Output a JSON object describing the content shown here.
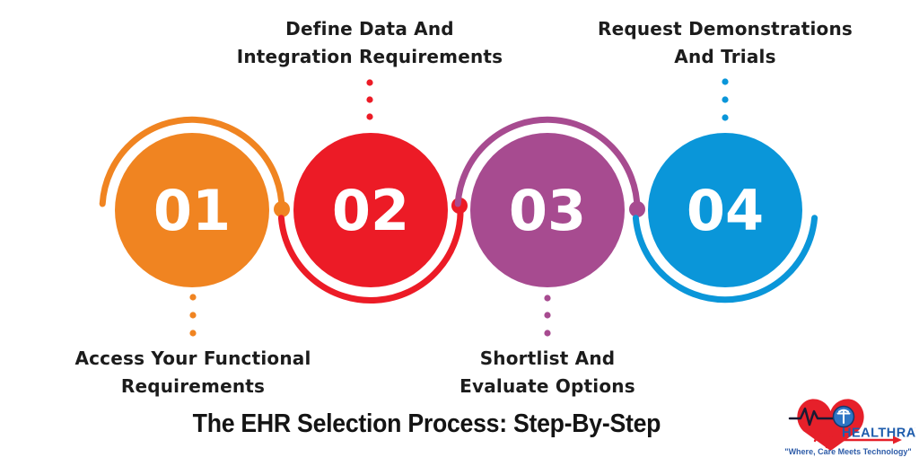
{
  "title": "The EHR Selection Process: Step-By-Step",
  "colors": {
    "background": "#FFFFFF",
    "label_text": "#1C1C1C",
    "title_text": "#141414",
    "number_text": "#FFFFFF"
  },
  "steps": [
    {
      "number": "01",
      "color": "#F08421",
      "label_line1": "Access Your Functional",
      "label_line2": "Requirements",
      "label_position": "bottom"
    },
    {
      "number": "02",
      "color": "#EC1B26",
      "label_line1": "Define Data And",
      "label_line2": "Integration Requirements",
      "label_position": "top"
    },
    {
      "number": "03",
      "color": "#A74B90",
      "label_line1": "Shortlist And",
      "label_line2": "Evaluate Options",
      "label_position": "bottom"
    },
    {
      "number": "04",
      "color": "#0A96D9",
      "label_line1": "Request Demonstrations",
      "label_line2": "And Trials",
      "label_position": "top"
    }
  ],
  "logo": {
    "brand": "HEALTHRAY",
    "tagline": "\"Where, Care Meets Technology\"",
    "heart_color": "#E6202A",
    "brand_color": "#1E5CAC",
    "tagline_color": "#2E5CA8",
    "ekg_color": "#1A1A33",
    "badge_color": "#2E75C4"
  }
}
